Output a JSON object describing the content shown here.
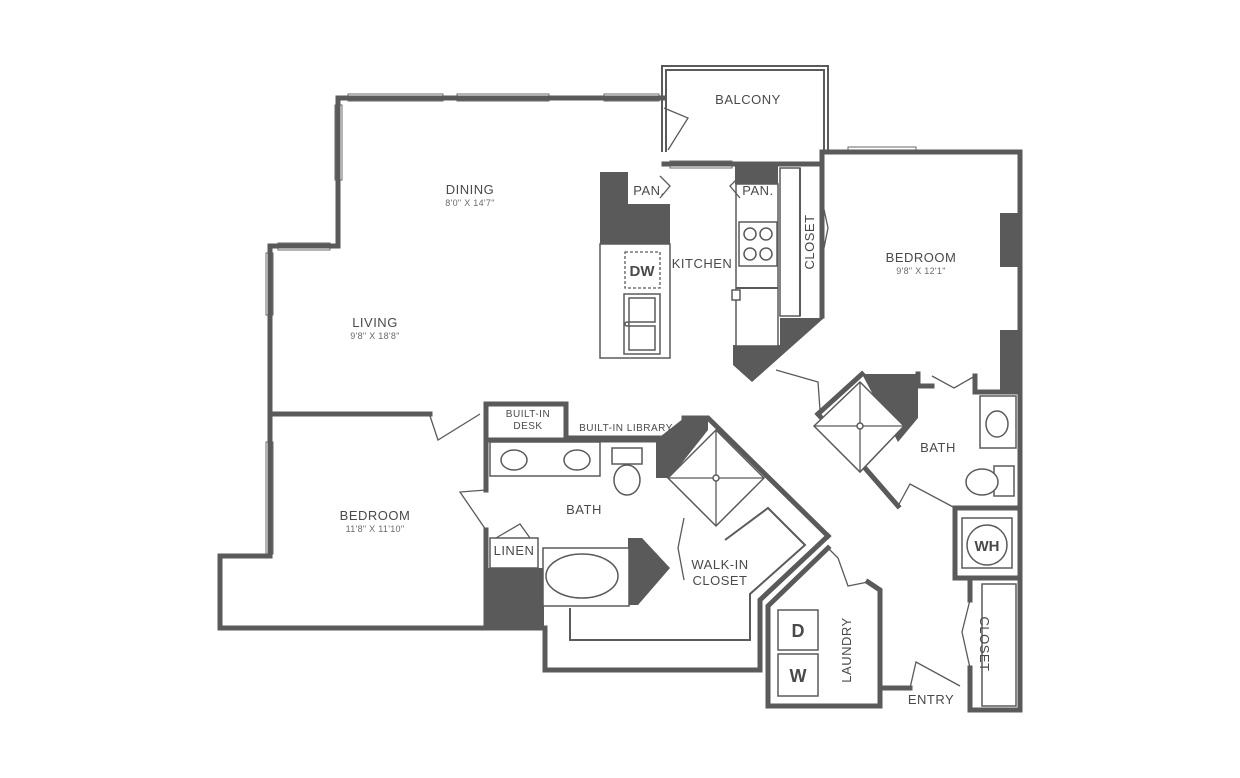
{
  "rooms": {
    "balcony": "BALCONY",
    "dining": "DINING",
    "dining_dim": "8'0\" X 14'7\"",
    "living": "LIVING",
    "living_dim": "9'8\" X 18'8\"",
    "kitchen": "KITCHEN",
    "pantry_left": "PAN.",
    "pantry_right": "PAN.",
    "dishwasher": "DW",
    "closet_kitchen": "CLOSET",
    "bedroom_right": "BEDROOM",
    "bedroom_right_dim": "9'8\" X 12'1\"",
    "bath_right": "BATH",
    "water_heater": "WH",
    "built_in_desk_line1": "BUILT-IN",
    "built_in_desk_line2": "DESK",
    "built_in_library": "BUILT-IN LIBRARY",
    "bath_main": "BATH",
    "linen": "LINEN",
    "walk_in_line1": "WALK-IN",
    "walk_in_line2": "CLOSET",
    "bedroom_left": "BEDROOM",
    "bedroom_left_dim": "11'8\" X 11'10\"",
    "dryer": "D",
    "washer": "W",
    "laundry": "LAUNDRY",
    "entry": "ENTRY",
    "closet_entry": "CLOSET"
  }
}
